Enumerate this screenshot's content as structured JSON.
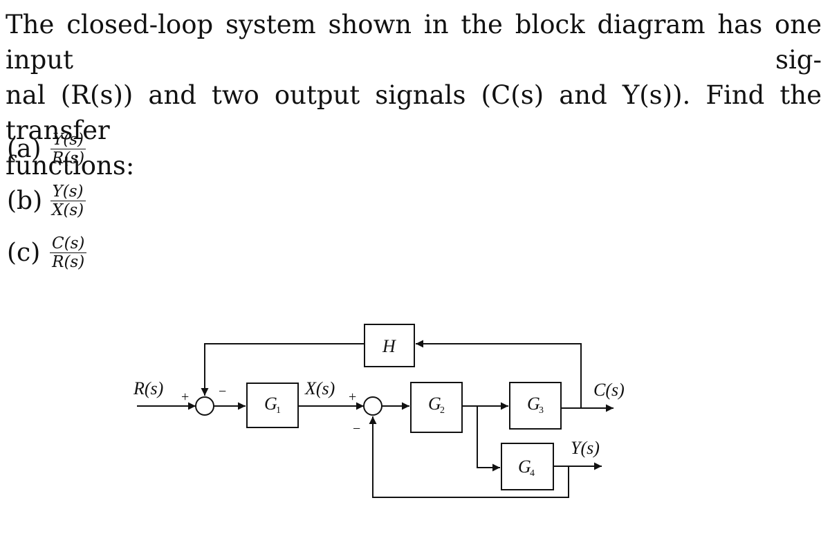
{
  "problem": {
    "line1": "The closed-loop system shown in the block diagram has one input sig-",
    "line2": "nal (R(s)) and two output signals (C(s) and Y(s)).  Find the transfer",
    "line3": "functions:"
  },
  "parts": [
    {
      "label": "(a)",
      "numerator": "Y(s)",
      "denominator": "R(s)"
    },
    {
      "label": "(b)",
      "numerator": "Y(s)",
      "denominator": "X(s)"
    },
    {
      "label": "(c)",
      "numerator": "C(s)",
      "denominator": "R(s)"
    }
  ],
  "diagram": {
    "input_signal": "R(s)",
    "intermediate_signal": "X(s)",
    "output_c": "C(s)",
    "output_y": "Y(s)",
    "blocks": {
      "g1": {
        "main": "G",
        "sub": "1"
      },
      "g2": {
        "main": "G",
        "sub": "2"
      },
      "g3": {
        "main": "G",
        "sub": "3"
      },
      "g4": {
        "main": "G",
        "sub": "4"
      },
      "h": {
        "main": "H"
      }
    },
    "signs": {
      "sum1_input": "+",
      "sum1_feedback": "−",
      "sum2_input": "+",
      "sum2_feedback": "−"
    }
  }
}
